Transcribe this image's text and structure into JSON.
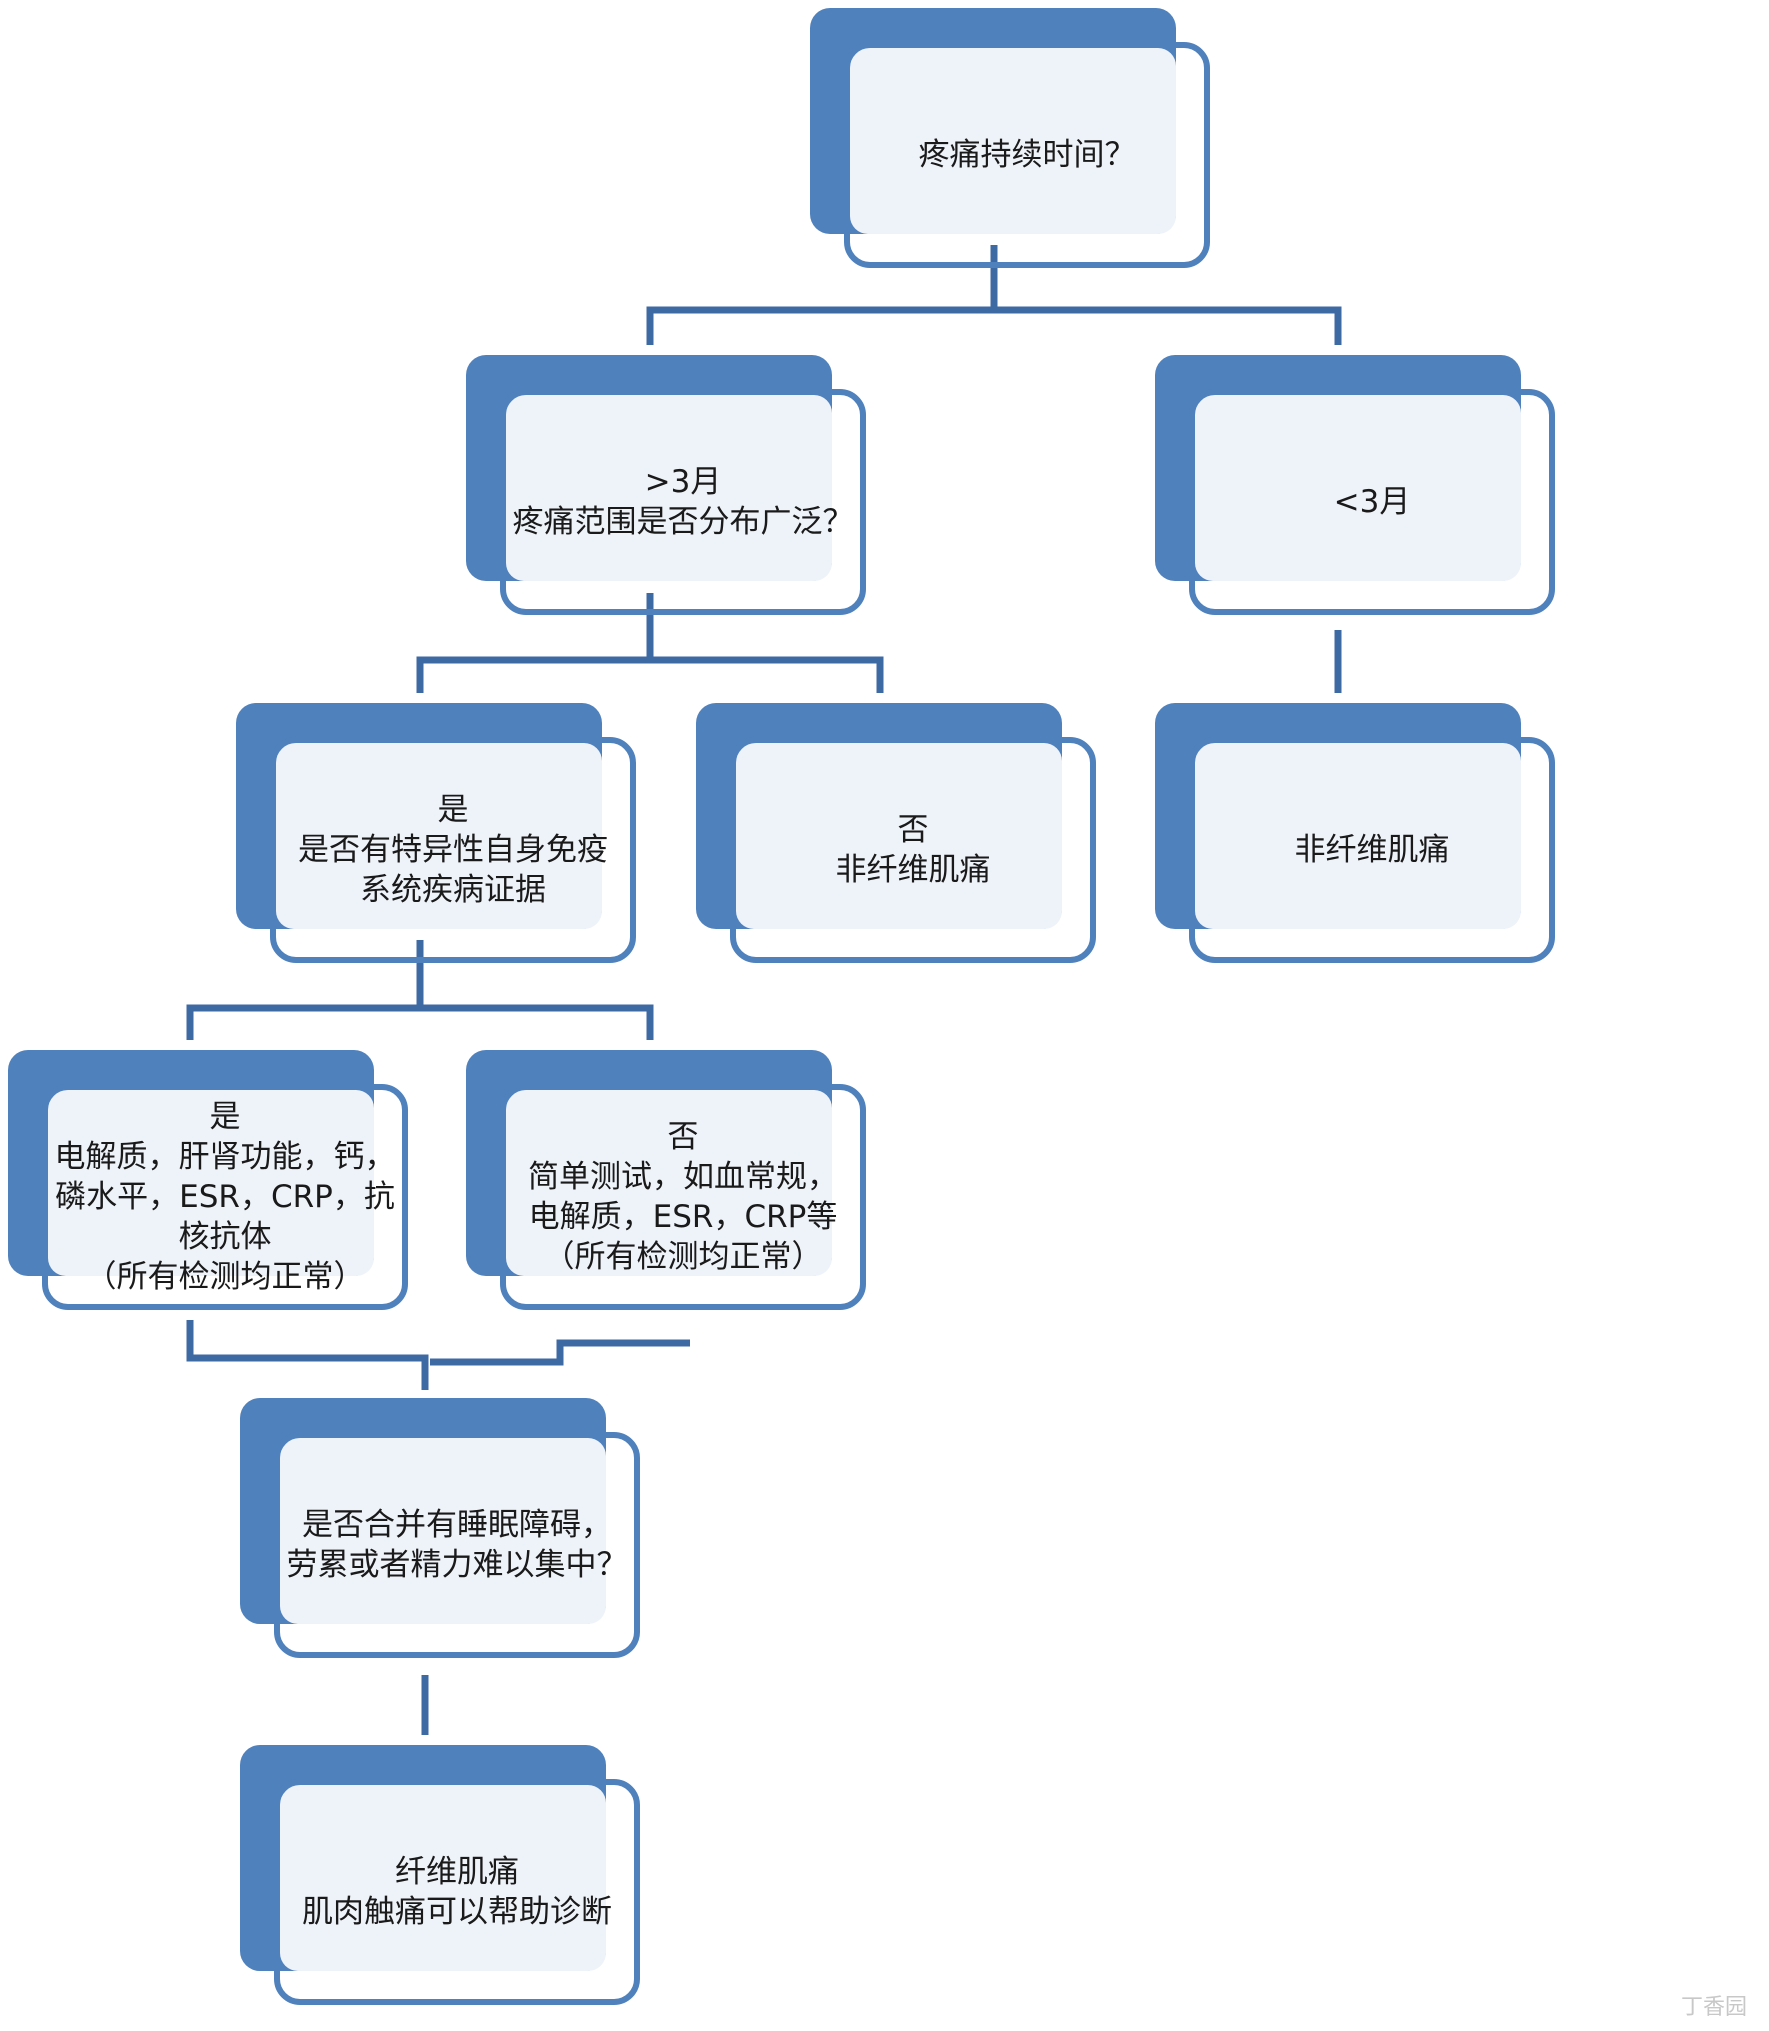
{
  "nodes": {
    "duration": {
      "lines": [
        "疼痛持续时间？"
      ]
    },
    "over3": {
      "lines": [
        ">3月",
        "疼痛范围是否分布广泛？"
      ]
    },
    "under3": {
      "lines": [
        "<3月"
      ]
    },
    "wide_yes": {
      "lines": [
        "是",
        "是否有特异性自身免疫",
        "系统疾病证据"
      ]
    },
    "wide_no": {
      "lines": [
        "否",
        "非纤维肌痛"
      ]
    },
    "under3_result": {
      "lines": [
        "非纤维肌痛"
      ]
    },
    "autoimmune_yes": {
      "lines": [
        "是",
        "电解质，肝肾功能，钙，",
        "磷水平，ESR，CRP，抗",
        "核抗体",
        "（所有检测均正常）"
      ]
    },
    "autoimmune_no": {
      "lines": [
        "否",
        "简单测试，如血常规，",
        "电解质，ESR，CRP等",
        "（所有检测均正常）"
      ]
    },
    "sleep": {
      "lines": [
        "是否合并有睡眠障碍，",
        "劳累或者精力难以集中？"
      ]
    },
    "fibromyalgia": {
      "lines": [
        "纤维肌痛",
        "肌肉触痛可以帮助诊断"
      ]
    }
  },
  "watermark": "丁香园",
  "colors": {
    "box_dark": "#4f81bd",
    "box_light": "#eef3fa",
    "connector": "#3e6aa3"
  }
}
